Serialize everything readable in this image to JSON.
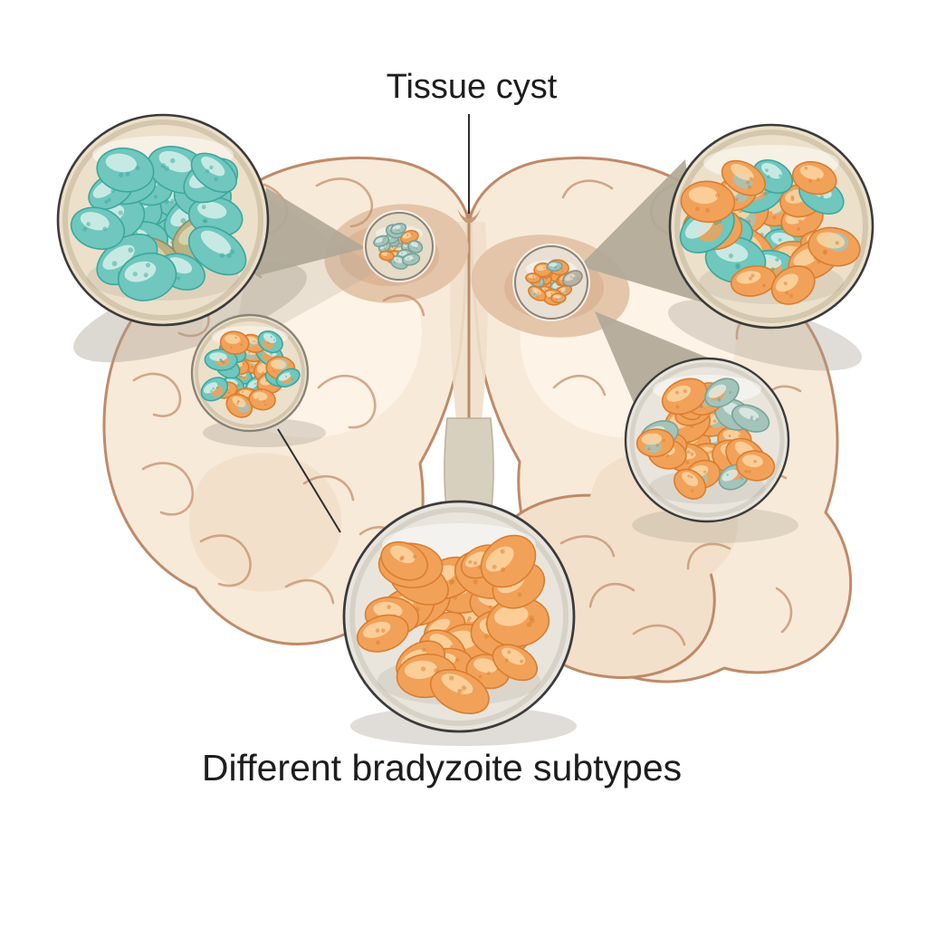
{
  "labels": {
    "tissue_cyst": "Tissue cyst",
    "subtypes": "Different bradyzoite subtypes"
  },
  "colors": {
    "background": "#ffffff",
    "text": "#1d1d1d",
    "leader_line": "#2e2e2e",
    "brain_fill": "#f8ead9",
    "brain_outline": "#bf8a68",
    "brain_gyri": "#c4906e",
    "brain_highlight": "#fdf3e6",
    "brain_shade": "#f3e0cb",
    "cut_surface": "#e3c3a6",
    "cut_surface_dark": "#d9b291",
    "midline_column": "#d8d0bf",
    "wedge": "#b1a897",
    "shadow": "#a79e8e",
    "plate_fill_cream": "#ece0ca",
    "plate_fill_gray": "#e9e5dc",
    "plate_ring": "#3b3b3b",
    "cyst_ring": "#8a8478",
    "teal": "#6fc7be",
    "teal_dark": "#3da79c",
    "teal_light": "#dcf2ec",
    "teal_gray": "#a3c4bb",
    "teal_gray_dark": "#7aa299",
    "teal_gray_light": "#e4efe9",
    "orange": "#f2a159",
    "orange_dark": "#d97e2e",
    "orange_light": "#fcd9a8",
    "tan_cell": "#d9c49e",
    "tan_cell_dark": "#b9a275",
    "tan_cell_light": "#efe4c8",
    "gray_cell": "#b8b2a2",
    "gray_cell_dark": "#948d7b",
    "gray_cell_light": "#e2ddd0",
    "olive_cell": "#b9b285",
    "olive_cell_dark": "#938c5e",
    "olive_cell_light": "#ded9b8"
  },
  "insets": {
    "top_left": {
      "subtype": "teal bradyzoites"
    },
    "top_right": {
      "subtype": "mixed teal and orange bradyzoites"
    },
    "mid_left": {
      "subtype": "mixed teal-dominant bradyzoites"
    },
    "right": {
      "subtype": "orange bradyzoites with teal patches"
    },
    "bottom": {
      "subtype": "orange bradyzoites"
    },
    "cyst_left": {
      "subtype": "embedded tissue cyst, gray-teal cells"
    },
    "cyst_right": {
      "subtype": "embedded tissue cyst, orange cells"
    }
  }
}
